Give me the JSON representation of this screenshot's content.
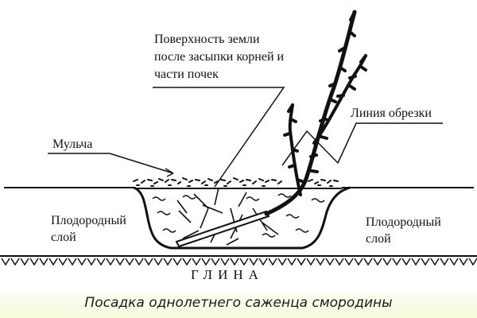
{
  "diagram": {
    "title": "Посадка однолетнего саженца смородины",
    "labels": {
      "surface_after_backfill": [
        "Поверхность земли",
        "после засыпки корней и",
        "части почек"
      ],
      "pruning_line": "Линия обрезки",
      "mulch": "Мульча",
      "fertile_layer_left": [
        "Плодородный",
        "слой"
      ],
      "fertile_layer_right": [
        "Плодородный",
        "слой"
      ],
      "clay": "ГЛИНА"
    },
    "colors": {
      "ink": "#111111",
      "background": "#ffffff",
      "caption_band": "#f7fbdc"
    }
  }
}
